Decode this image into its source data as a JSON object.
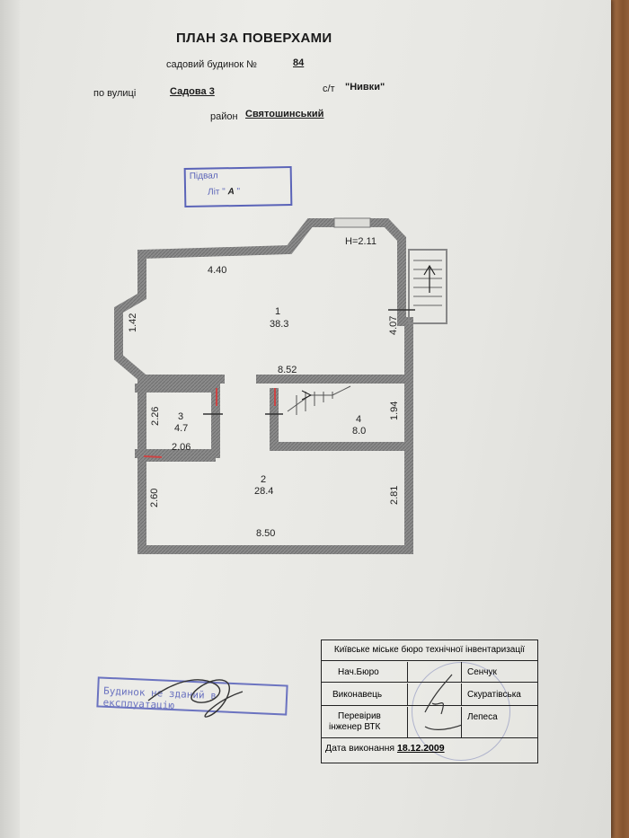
{
  "header": {
    "title": "ПЛАН ЗА ПОВЕРХАМИ",
    "house_label": "садовий будинок №",
    "house_number": "84",
    "street_label": "по вулиці",
    "street_value": "Садова 3",
    "coop_label": "с/т",
    "coop_value": "\"Нивки\"",
    "district_label": "район",
    "district_value": "Святошинський"
  },
  "stamp_top": {
    "line1": "Підвал",
    "line2": "Літ \"",
    "mark": "А",
    "close": "\""
  },
  "plan": {
    "height_note": "H=2.11",
    "room1": {
      "number": "1",
      "area": "38.3"
    },
    "room2": {
      "number": "2",
      "area": "28.4"
    },
    "room3": {
      "number": "3",
      "area": "4.7"
    },
    "room4": {
      "number": "4",
      "area": "8.0"
    },
    "dims": {
      "top_left": "4.40",
      "left_upper": "1.42",
      "right_upper": "4.07",
      "middle": "8.52",
      "r3_height": "2.26",
      "r3_width": "2.06",
      "r4_height": "1.94",
      "left_lower": "2.60",
      "right_lower": "2.81",
      "bottom": "8.50"
    }
  },
  "stamp_bottom": {
    "text": "Будинок не зданий в експлуатацію"
  },
  "bureau": {
    "header": "Київське міське бюро технічної інвентаризації",
    "rows": [
      {
        "role": "Нач.Бюро",
        "name": "Сенчук"
      },
      {
        "role": "Виконавець",
        "name": "Скуратівська"
      },
      {
        "role_line1": "Перевірив",
        "role_line2": "інженер ВТК",
        "name": "Лепеса"
      }
    ],
    "date_label": "Дата виконання",
    "date_value": "18.12.2009"
  }
}
